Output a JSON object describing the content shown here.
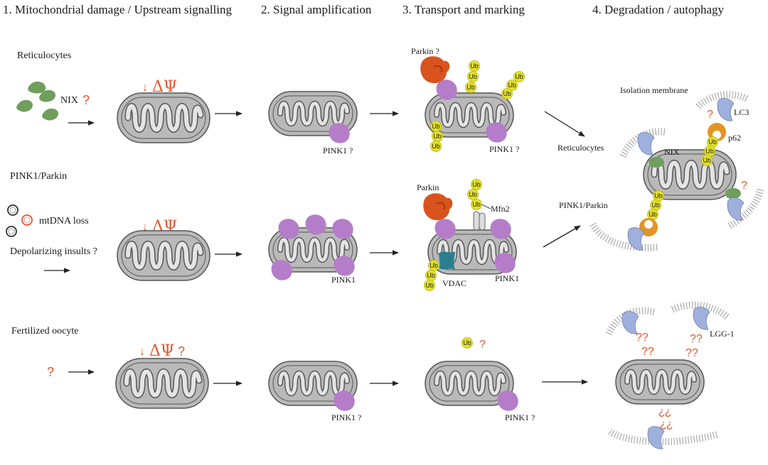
{
  "steps": [
    "1. Mitochondrial damage / Upstream signalling",
    "2. Signal amplification",
    "3. Transport and marking",
    "4. Degradation / autophagy"
  ],
  "rows": {
    "reticulocytes": "Reticulocytes",
    "pink1_parkin": "PINK1/Parkin",
    "fertilized_oocyte": "Fertilized oocyte"
  },
  "labels": {
    "nix": "NIX",
    "q": "?",
    "delta_psi": "ΔΨ",
    "pink1_q": "PINK1 ?",
    "pink1": "PINK1",
    "parkin_q": "Parkin ?",
    "parkin": "Parkin",
    "ub": "Ub",
    "mfn2": "Mfn2",
    "vdac": "VDAC",
    "mtdna_loss": "mtDNA loss",
    "depolarizing": "Depolarizing insults ?",
    "isolation_membrane": "Isolation membrane",
    "lc3": "LC3",
    "p62": "p62",
    "lgg1": "LGG-1",
    "reticulocytes_side": "Reticulocytes",
    "pink1_parkin_side": "PINK1/Parkin",
    "qq": "??"
  },
  "colors": {
    "mito_fill": "#b9b9b9",
    "mito_inner": "#e4e4e4",
    "pink1": "#b57dc9",
    "parkin": "#d9531e",
    "ub": "#e3e02a",
    "nix": "#6f9e5d",
    "lc3": "#9fb0dc",
    "p62": "#e39424",
    "vdac": "#2a7f8f",
    "question": "#e4572e",
    "membrane": "#9a9a9a"
  }
}
